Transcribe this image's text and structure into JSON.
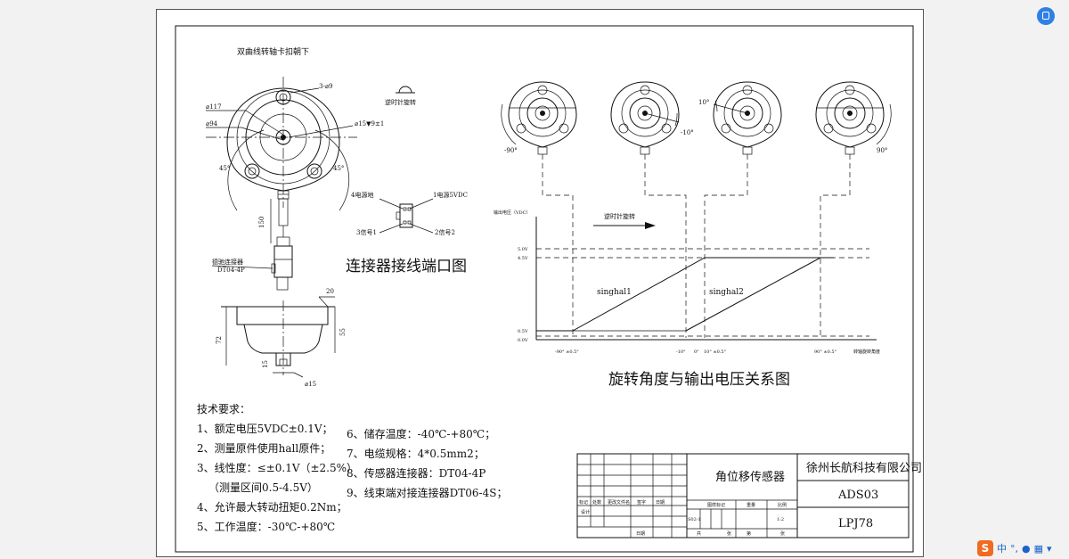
{
  "drawing": {
    "top_note": "双曲线转轴卡扣朝下",
    "rotation_note": "逆时针旋转",
    "dims": {
      "holes": "3-⌀9",
      "d117": "⌀117",
      "d94": "⌀94",
      "bore": "⌀15▼9±1",
      "angle_left": "45°",
      "angle_right": "45°",
      "cable_len": "150",
      "h20": "20",
      "h72": "72",
      "h55": "55",
      "h15": "15",
      "d15": "⌀15"
    },
    "connector": {
      "label": "德驰连接器",
      "model": "DT04-4P",
      "pin4": "4电源地",
      "pin1": "1电源5VDC",
      "pin3": "3信号1",
      "pin2": "2信号2",
      "title": "连接器接线端口图"
    },
    "top_views": {
      "a1": "-90°",
      "a2": "-10°",
      "a3": "10°",
      "a4": "90°"
    },
    "graph": {
      "y_title": "输出电压（VDC）",
      "direction": "逆时针旋转",
      "v50": "5.0V",
      "v45": "4.5V",
      "v05": "0.5V",
      "v00": "0.0V",
      "series1": "singhal1",
      "series2": "singhal2",
      "x1": "-90° ±0.5°",
      "x2": "-10°",
      "x3": "0°",
      "x4": "10° ±0.5°",
      "x5": "90° ±0.5°",
      "x_title": "转轴旋转角度",
      "title": "旋转角度与输出电压关系图"
    },
    "tech": {
      "heading": "技术要求：",
      "r1": "1、额定电压5VDC±0.1V；",
      "r2": "2、测量原件使用hall原件；",
      "r3": "3、线性度：≤±0.1V（±2.5%）",
      "r3b": "（测量区间0.5-4.5V）",
      "r4": "4、允许最大转动扭矩0.2Nm；",
      "r5": "5、工作温度：-30℃-+80℃",
      "r6": "6、储存温度：-40℃-+80℃；",
      "r7": "7、电缆规格：4*0.5mm2；",
      "r8": "8、传感器连接器：DT04-4P",
      "r9": "9、线束端对接连接器DT06-4S；"
    },
    "title_block": {
      "product": "角位移传感器",
      "company": "徐州长航科技有限公司",
      "code1": "ADS03",
      "code2": "LPJ78",
      "h_biaoji": "标记",
      "h_chushu": "处数",
      "h_wenjian": "更改文件名",
      "h_qianzi": "签字",
      "h_riqi": "日期",
      "h_sheji": "设计",
      "h_jieduan": "图样标记",
      "h_zhongliang": "重量",
      "h_bili": "比例",
      "stage": "S02-1",
      "scale": "1:2",
      "h_gong": "共",
      "h_zhang": "张",
      "h_di": "第",
      "h_zhang2": "张",
      "h_riqi2": "日期"
    }
  }
}
